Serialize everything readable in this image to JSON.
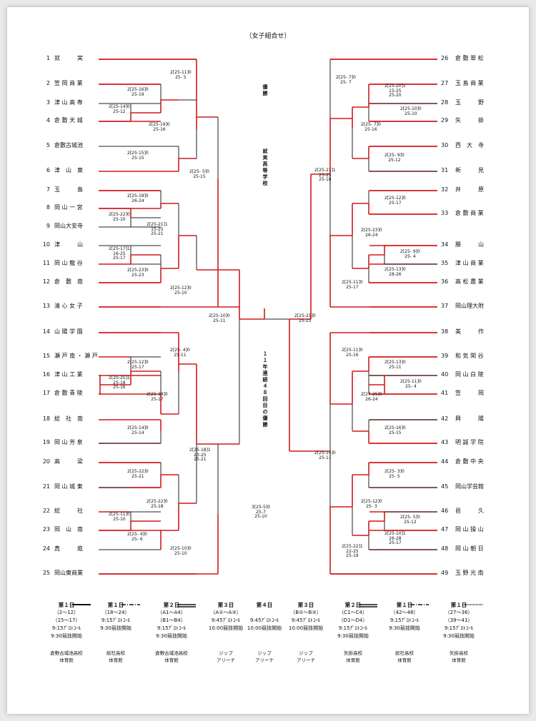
{
  "title": "（女子組合せ）",
  "champion_label": "優勝",
  "host_text": "就実高等学校",
  "streak_text": "１１年連続４８回目の優勝",
  "left_teams": [
    {
      "no": "1",
      "name": "就　　　実"
    },
    {
      "no": "2",
      "name": "笠 岡 商 業"
    },
    {
      "no": "3",
      "name": "津 山 高 専"
    },
    {
      "no": "4",
      "name": "倉 敷 天 城"
    },
    {
      "no": "5",
      "name": "倉敷古城池"
    },
    {
      "no": "6",
      "name": "津　山　東"
    },
    {
      "no": "7",
      "name": "玉　　　島"
    },
    {
      "no": "8",
      "name": "岡 山 一 宮"
    },
    {
      "no": "9",
      "name": "岡山大安寺"
    },
    {
      "no": "10",
      "name": "津　　　山"
    },
    {
      "no": "11",
      "name": "岡 山 龍 谷"
    },
    {
      "no": "12",
      "name": "倉　敷　南"
    },
    {
      "no": "13",
      "name": "清 心 女 子"
    },
    {
      "no": "14",
      "name": "山 陽 学 園"
    },
    {
      "no": "15",
      "name": "瀬 戸 南 ・ 瀬 戸"
    },
    {
      "no": "16",
      "name": "津 山 工 業"
    },
    {
      "no": "17",
      "name": "倉 敷 青 陵"
    },
    {
      "no": "18",
      "name": "総　社　南"
    },
    {
      "no": "19",
      "name": "岡 山 芳 泉"
    },
    {
      "no": "20",
      "name": "高　　　梁"
    },
    {
      "no": "21",
      "name": "岡 山 城 東"
    },
    {
      "no": "22",
      "name": "総　　　社"
    },
    {
      "no": "23",
      "name": "岡　山　南"
    },
    {
      "no": "24",
      "name": "真　　　庭"
    },
    {
      "no": "25",
      "name": "岡山東商業"
    }
  ],
  "right_teams": [
    {
      "no": "26",
      "name": "倉 敷 翠 松"
    },
    {
      "no": "27",
      "name": "玉 島 商 業"
    },
    {
      "no": "28",
      "name": "玉　　　野"
    },
    {
      "no": "29",
      "name": "矢　　　掛"
    },
    {
      "no": "30",
      "name": "西　大　寺"
    },
    {
      "no": "31",
      "name": "新　　　見"
    },
    {
      "no": "32",
      "name": "井　　　原"
    },
    {
      "no": "33",
      "name": "倉 敷 商 業"
    },
    {
      "no": "34",
      "name": "勝　　　山"
    },
    {
      "no": "35",
      "name": "津 山 商 業"
    },
    {
      "no": "36",
      "name": "高 松 農 業"
    },
    {
      "no": "37",
      "name": "岡山理大附"
    },
    {
      "no": "38",
      "name": "美　　　作"
    },
    {
      "no": "39",
      "name": "和 気 閑 谷"
    },
    {
      "no": "40",
      "name": "岡 山 白 陵"
    },
    {
      "no": "41",
      "name": "笠　　　岡"
    },
    {
      "no": "42",
      "name": "興　　　陽"
    },
    {
      "no": "43",
      "name": "明 誠 学 院"
    },
    {
      "no": "44",
      "name": "倉 敷 中 央"
    },
    {
      "no": "45",
      "name": "岡山学芸館"
    },
    {
      "no": "46",
      "name": "邑　　　久"
    },
    {
      "no": "47",
      "name": "岡 山 操 山"
    },
    {
      "no": "48",
      "name": "岡 山 朝 日"
    },
    {
      "no": "49",
      "name": "玉 野 光 南"
    }
  ],
  "scores": [
    "2[25-11]0\n25- 5",
    "2[25-16]0\n25-19",
    "2[25-14]0\n25-12",
    "2[25-19]0\n25-16",
    "2[25-15]0\n25-15",
    "2[25- 5]0\n25-15",
    "2[25-18]0\n26-24",
    "2[25-22]0\n25-10",
    "2[25-21]1\n15-25\n25-21",
    "2[25-17]1\n16-25\n25-17",
    "2[25-23]0\n25-23",
    "2[25-12]0\n25-10",
    "2[25-10]0\n25-11",
    "2[25- 4]0\n25-11",
    "2[25-12]0\n25-17",
    "2[20-25]1\n25-18\n25-16",
    "2[25-18]0\n25-17",
    "2[25-14]0\n25-14",
    "2[25-18]1\n23-25\n25-21",
    "2[25-22]0\n25-21",
    "2[25-22]0\n25-18",
    "2[25-11]0\n25-10",
    "2[25- 4]0\n25- 6",
    "2[25-10]0\n25-10",
    "2[25- 7]0\n25- 7",
    "2[25-20]1\n15-25\n25-20",
    "2[25-10]0\n25-10",
    "2[25- 7]0\n25-16",
    "2[25- 9]0\n25-12",
    "2[25-21]1\n23-25\n25-18",
    "2[25-12]0\n25-17",
    "2[25-23]0\n26-24",
    "2[25- 9]0\n25- 4",
    "2[25-13]0\n28-26",
    "2[25-11]0\n25-17",
    "2[25-21]0\n25-23",
    "2[25-11]0\n25-16",
    "2[25-13]0\n25-11",
    "2[25-11]0\n25- 4",
    "2[27-25]0\n26-24",
    "2[25-16]0\n25-15",
    "2[25-14]0\n25-11",
    "2[25- 3]0\n25- 5",
    "2[25-12]0\n25- 3",
    "2[25- 5]0\n25-12",
    "2[25-10]1\n26-28\n25-17",
    "2[25-22]1\n22-25\n25-19",
    "3[25-5]0\n25-7\n25-10"
  ],
  "schedule": [
    {
      "day": "第１日",
      "line": "solid",
      "rounds": "（2～12）\n（15～17）",
      "time1": "9:15ｱﾞﾛﾄｺｰﾙ",
      "time2": "9:30競技開始",
      "venue": "倉敷古城池高校\n体育館"
    },
    {
      "day": "第１日",
      "line": "dashdot",
      "rounds": "（18～24）",
      "time1": "9:15ｱﾞﾛﾄｺｰﾙ",
      "time2": "9:30競技開始",
      "venue": "総社高校\n体育館"
    },
    {
      "day": "第２日",
      "line": "double",
      "rounds": "（A1～A4）\n（B1～B4）",
      "time1": "9:15ｱﾞﾛﾄｺｰﾙ",
      "time2": "9:30競技開始",
      "venue": "倉敷古城池高校\n体育館"
    },
    {
      "day": "第３日",
      "line": "",
      "rounds": "（A①～A③）",
      "time1": "9:45ｱﾞﾛﾄｺｰﾙ",
      "time2": "10:00競技開始",
      "venue": "ジップ\nアリーナ"
    },
    {
      "day": "第４日",
      "line": "",
      "rounds": "",
      "time1": "9:45ｱﾞﾛﾄｺｰﾙ",
      "time2": "10:00競技開始",
      "venue": "ジップ\nアリーナ"
    },
    {
      "day": "第３日",
      "line": "",
      "rounds": "（B①～B③）",
      "time1": "9:45ｱﾞﾛﾄｺｰﾙ",
      "time2": "10:00競技開始",
      "venue": "ジップ\nアリーナ"
    },
    {
      "day": "第２日",
      "line": "double",
      "rounds": "（C1～C4）\n（D1～D4）",
      "time1": "9:15ｱﾞﾛﾄｺｰﾙ",
      "time2": "9:30競技開始",
      "venue": "矢掛高校\n体育館"
    },
    {
      "day": "第１日",
      "line": "dashdot",
      "rounds": "（42～48）",
      "time1": "9:15ｱﾞﾛﾄｺｰﾙ",
      "time2": "9:30競技開始",
      "venue": "総社高校\n体育館"
    },
    {
      "day": "第１日",
      "line": "dotted",
      "rounds": "（27～36）\n（39～41）",
      "time1": "9:15ｱﾞﾛﾄｺｰﾙ",
      "time2": "9:30競技開始",
      "venue": "矢掛高校\n体育館"
    }
  ],
  "colors": {
    "win": "#d11a1a",
    "lose": "#222222"
  }
}
